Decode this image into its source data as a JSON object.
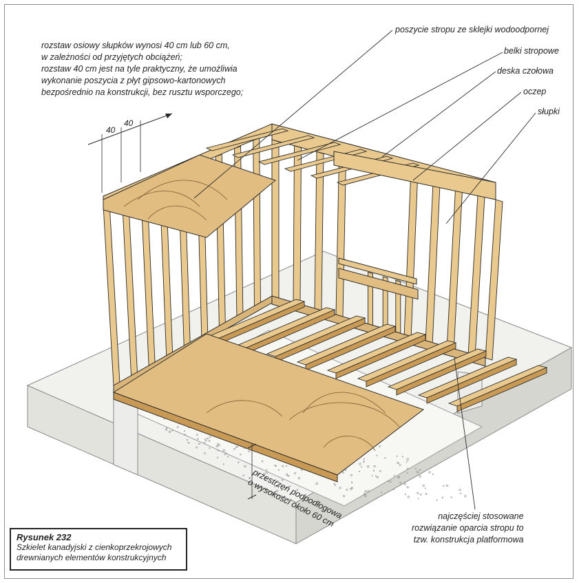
{
  "note": {
    "lines": [
      "rozstaw osiowy słupków wynosi 40 cm lub 60 cm,",
      "w zależności od przyjętych obciążeń;",
      "rozstaw 40 cm jest na tyle praktyczny, że umożliwia",
      "wykonanie poszycia z płyt gipsowo-kartonowych",
      "bezpośrednio na konstrukcji, bez rusztu wsporczego;"
    ]
  },
  "dimensions": [
    "40",
    "40"
  ],
  "labels": {
    "sheathing": "poszycie stropu ze sklejki wodoodpornej",
    "joists": "belki stropowe",
    "rim_board": "deska czołowa",
    "header": "oczep",
    "studs": "słupki",
    "crawlspace": [
      "przestrzeń podpodłogowa",
      "o wysokości około 60 cm"
    ],
    "platform": [
      "najczęściej stosowane",
      "rozwiązanie oparcia stropu to",
      "tzw. konstrukcja platformowa"
    ]
  },
  "caption": {
    "title": "Rysunek 232",
    "lines": [
      "Szkielet kanadyjski z cienkoprzekrojowych",
      "drewnianych elementów konstrukcyjnych"
    ]
  },
  "colors": {
    "wood": "#e9c98e",
    "wood_dark": "#c99a55",
    "plywood": "#e2bd82",
    "concrete": "#f1f1ee",
    "concrete_shade": "#dcdcd6",
    "line": "#2a2a2a"
  }
}
